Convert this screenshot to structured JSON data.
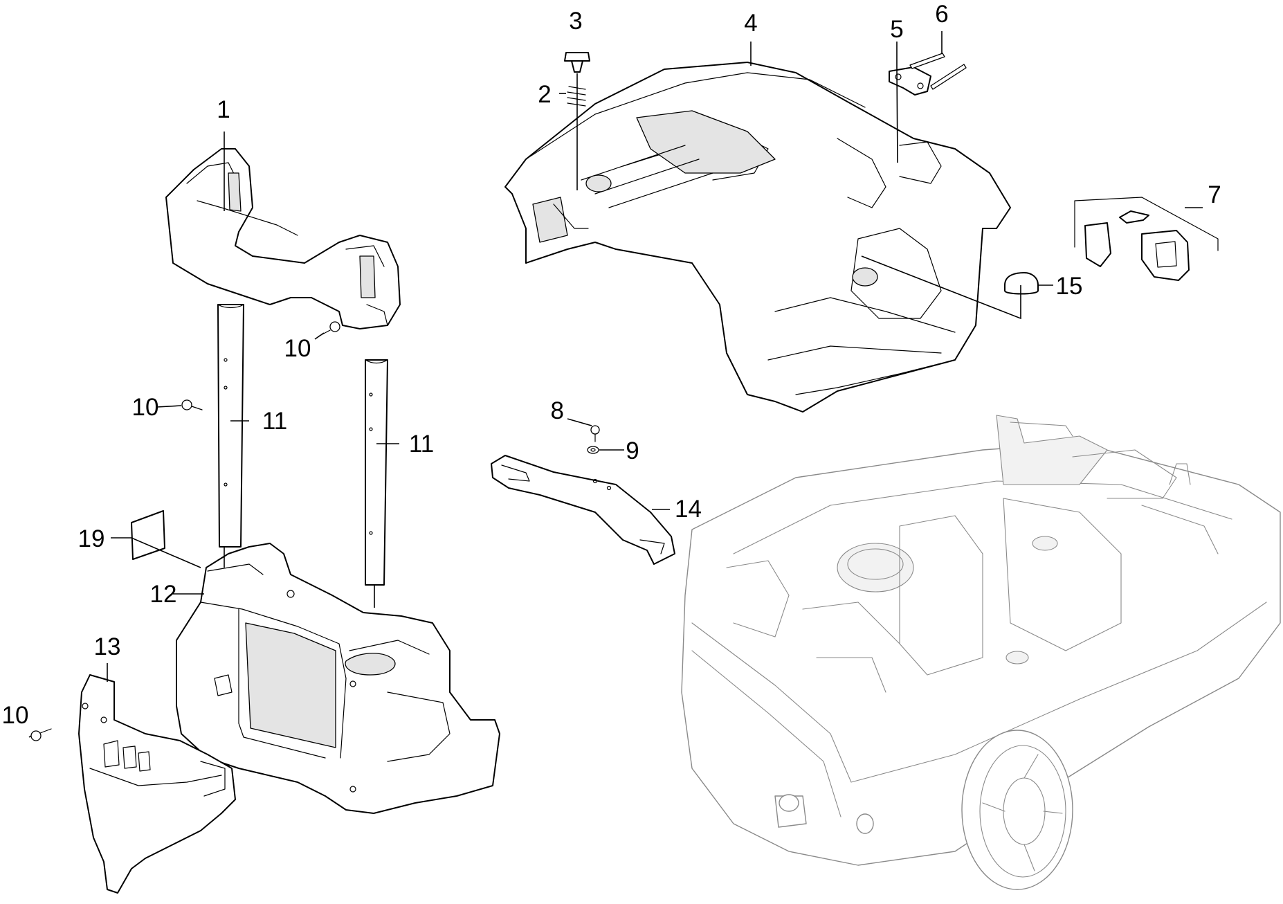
{
  "callouts": {
    "c1": "1",
    "c2": "2",
    "c3": "3",
    "c4": "4",
    "c5": "5",
    "c6": "6",
    "c7": "7",
    "c8": "8",
    "c9": "9",
    "c10a": "10",
    "c10b": "10",
    "c10c": "10",
    "c11a": "11",
    "c11b": "11",
    "c12": "12",
    "c13": "13",
    "c14": "14",
    "c15": "15",
    "c19": "19"
  }
}
